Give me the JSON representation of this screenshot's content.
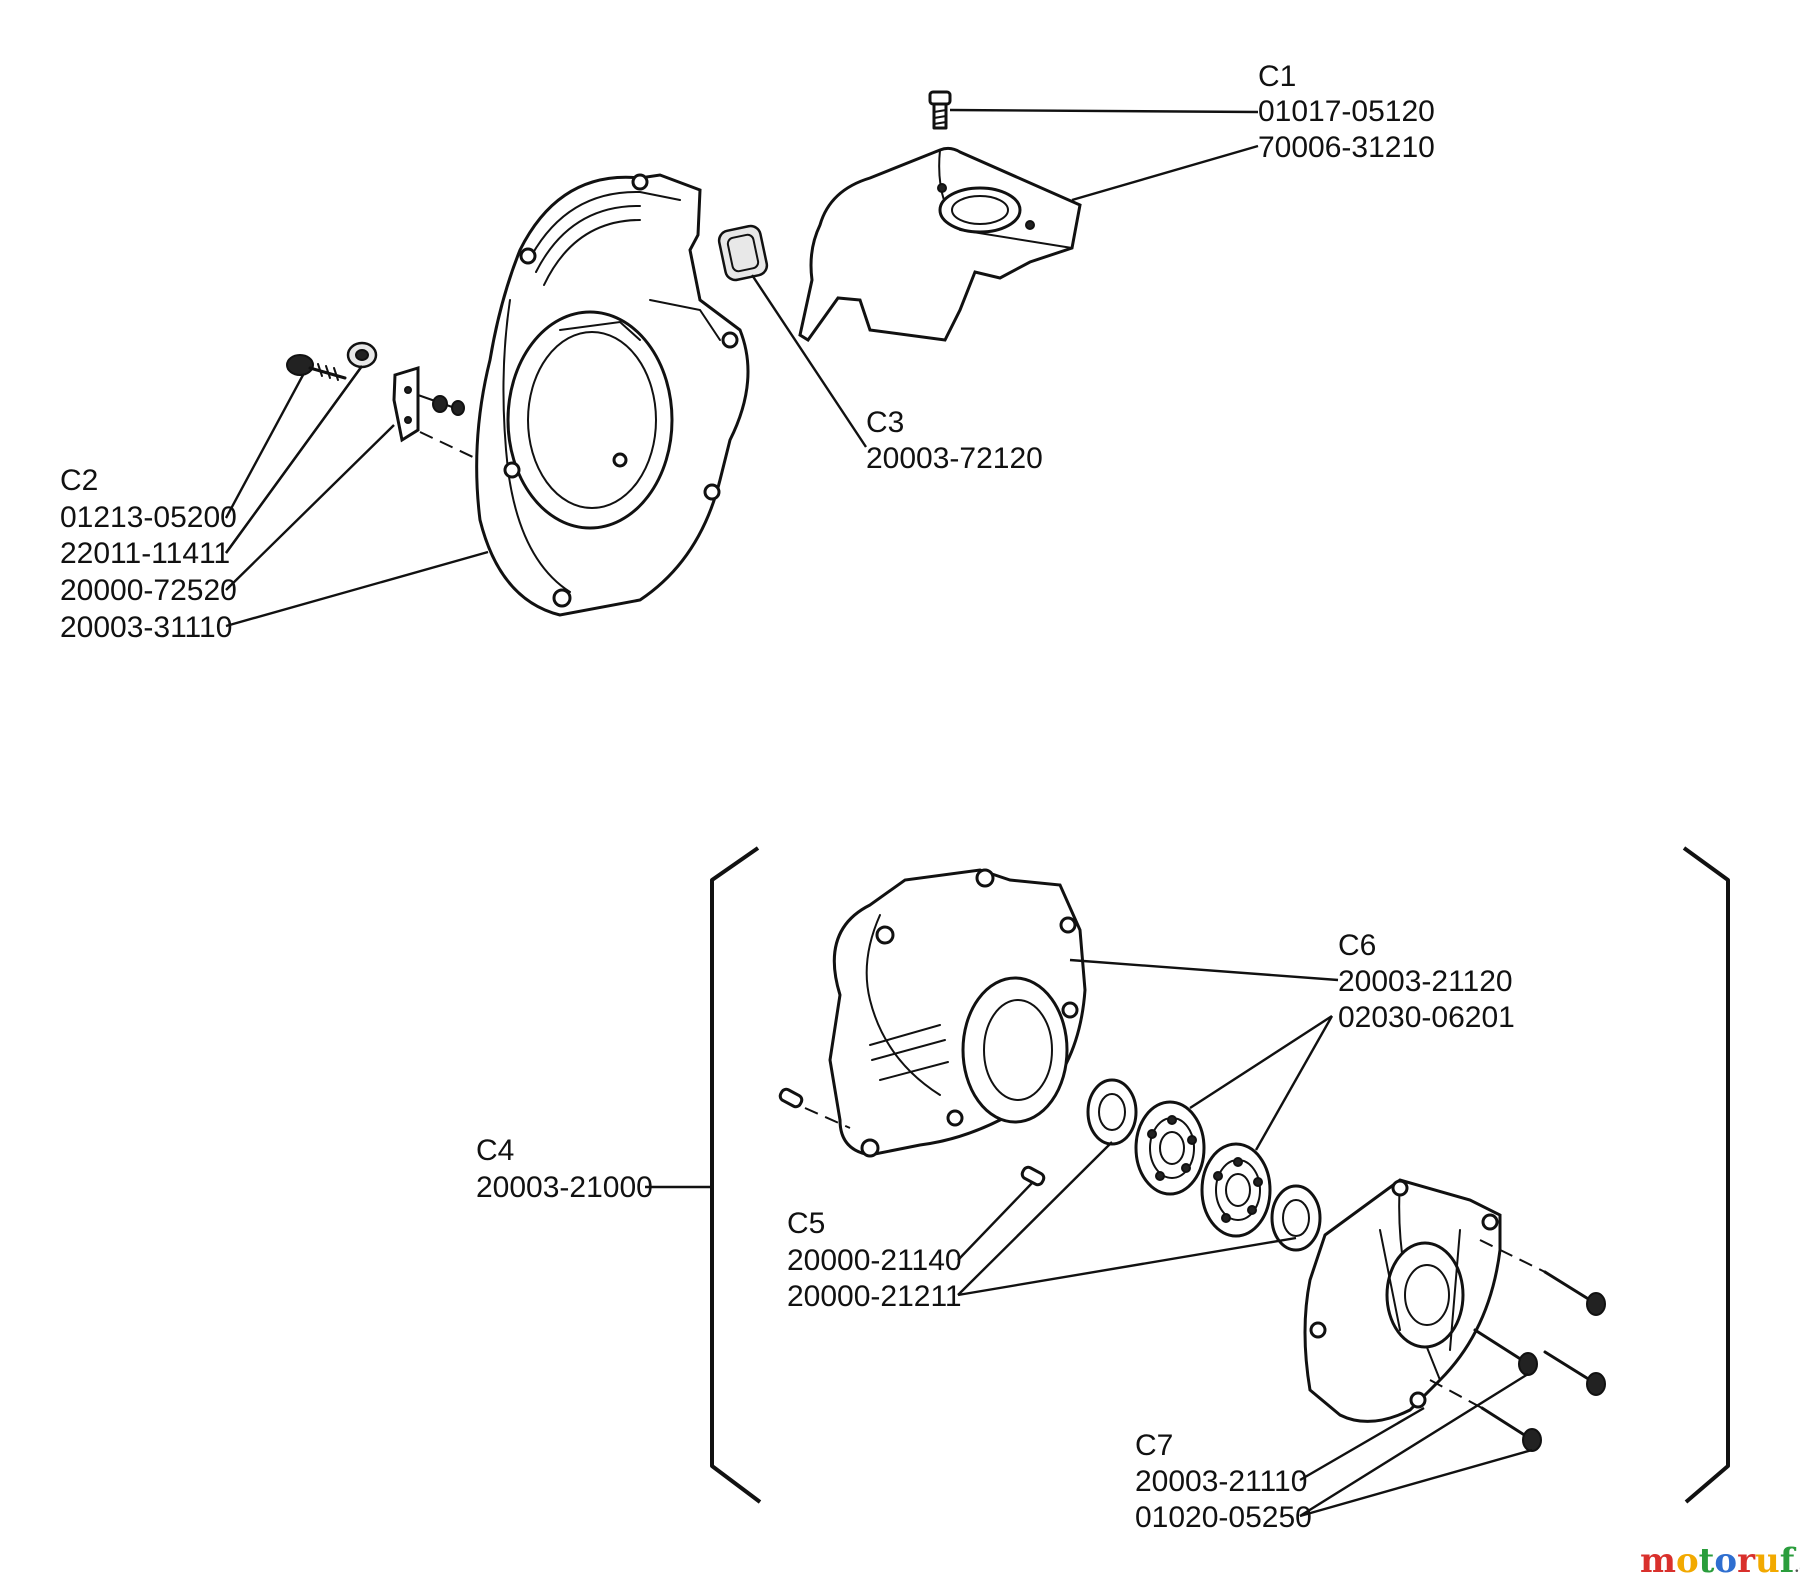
{
  "callouts": {
    "c1": {
      "code": "C1",
      "parts": [
        "01017-05120",
        "70006-31210"
      ]
    },
    "c2": {
      "code": "C2",
      "parts": [
        "01213-05200",
        "22011-11411",
        "20000-72520",
        "20003-31110"
      ]
    },
    "c3": {
      "code": "C3",
      "parts": [
        "20003-72120"
      ]
    },
    "c4": {
      "code": "C4",
      "parts": [
        "20003-21000"
      ]
    },
    "c5": {
      "code": "C5",
      "parts": [
        "20000-21140",
        "20000-21211"
      ]
    },
    "c6": {
      "code": "C6",
      "parts": [
        "20003-21120",
        "02030-06201"
      ]
    },
    "c7": {
      "code": "C7",
      "parts": [
        "20003-21110",
        "01020-05250"
      ]
    }
  },
  "watermark": {
    "brand": "motoruf",
    "suffix": ".de",
    "colors": [
      "#d9302c",
      "#f2a900",
      "#2a9d3c",
      "#2f6fd0"
    ]
  }
}
